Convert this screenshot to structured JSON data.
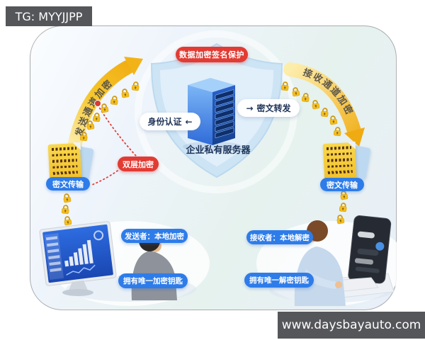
{
  "watermarks": {
    "tg_badge": "TG: MYYJJPP",
    "website": "www.daysbayauto.com"
  },
  "diagram": {
    "title_badge": "数据加密签名保护",
    "server_label": "企业私有服务器",
    "auth_pill": {
      "label": "身份认证",
      "arrow": "←"
    },
    "forward_pill": {
      "arrow": "→",
      "label": "密文转发"
    },
    "double_encrypt_badge": "双层加密",
    "send_channel_label": "发送通道加密",
    "receive_channel_label": "接收通道加密",
    "sender": {
      "doc_pill": "密文传输",
      "role_pill": "发送者：本地加密",
      "key_pill": "拥有唯一加密钥匙"
    },
    "receiver": {
      "doc_pill": "密文传输",
      "role_pill": "接收者：本地解密",
      "key_pill": "拥有唯一解密钥匙"
    },
    "colors": {
      "badge_red": "#e23b33",
      "pill_blue": "#2e7ce9",
      "lock_gold": "#f4be1e",
      "arrow_yellow": "#f5c326",
      "shield_blue": "#cfe4f4",
      "server_blue": "#3f86e8",
      "dark_badge": "#55565a",
      "navy_text": "#1c3257"
    }
  }
}
